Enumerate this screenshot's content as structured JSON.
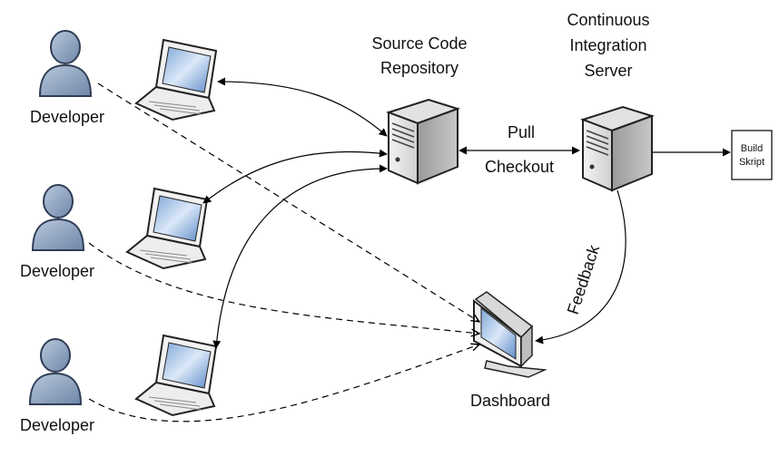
{
  "developers": [
    "Developer",
    "Developer",
    "Developer"
  ],
  "source_repo": {
    "line1": "Source Code",
    "line2": "Repository"
  },
  "ci_server": {
    "line1": "Continuous",
    "line2": "Integration",
    "line3": "Server"
  },
  "build_script": {
    "line1": "Build",
    "line2": "Skript"
  },
  "dashboard": "Dashboard",
  "pull_label": "Pull",
  "checkout_label": "Checkout",
  "feedback_label": "Feedback",
  "icons": [
    "person-icon",
    "laptop-icon",
    "server-icon",
    "monitor-icon"
  ]
}
